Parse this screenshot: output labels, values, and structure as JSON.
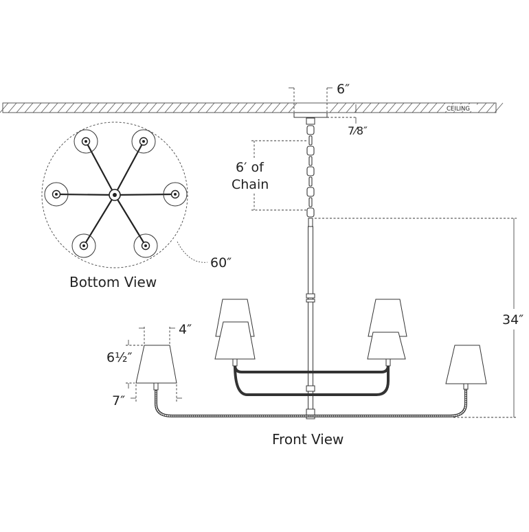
{
  "labels": {
    "canopy_width": "6″",
    "canopy_height": "7⁄8″",
    "ceiling": "CEILING",
    "chain_value": "6′ of",
    "chain_word": "Chain",
    "diameter": "60″",
    "bottom_view": "Bottom View",
    "height": "34″",
    "shade_top": "4″",
    "shade_height": "6½″",
    "shade_bottom": "7″",
    "front_view": "Front View"
  },
  "colors": {
    "line": "#222222",
    "background": "#ffffff"
  },
  "icons": {
    "arm_joint": "arm-junction-hub"
  }
}
